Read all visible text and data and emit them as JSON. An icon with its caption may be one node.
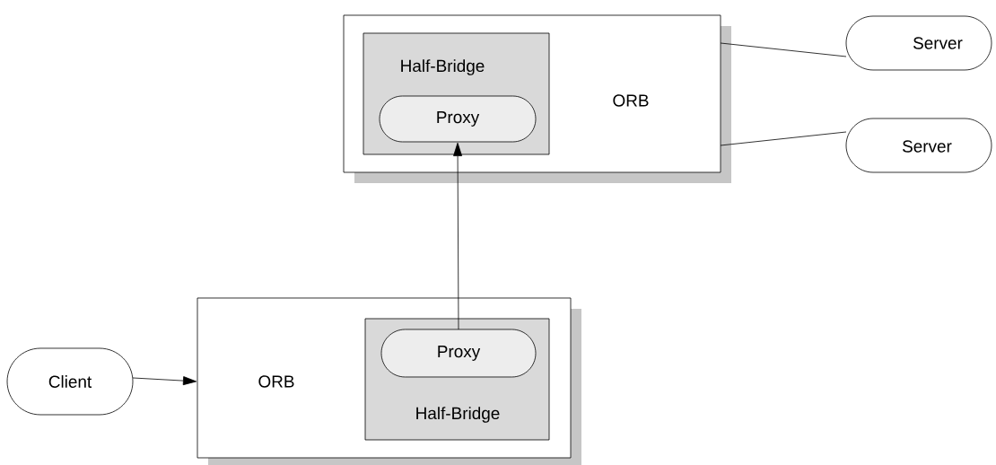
{
  "diagram": {
    "nodes": [
      {
        "text": [
          "ORB"
        ]
      },
      {
        "text": [
          "Half-Bridge"
        ],
        "in": 0
      },
      {
        "text": [
          "Proxy"
        ],
        "in": 1
      },
      {
        "text": [
          "Server"
        ]
      },
      {
        "text": [
          "Server"
        ]
      },
      {
        "text": [
          "ORB"
        ]
      },
      {
        "text": [
          "Half-Bridge"
        ],
        "in": 5
      },
      {
        "text": [
          "Proxy"
        ],
        "in": 6
      },
      {
        "text": [
          "Client"
        ]
      }
    ],
    "edges": [
      {
        "from": 0,
        "to": 3,
        "arrow": "none"
      },
      {
        "from": 0,
        "to": 4,
        "arrow": "none"
      },
      {
        "from": 7,
        "to": 2,
        "arrow": "to"
      },
      {
        "from": 8,
        "to": 5,
        "arrow": "to"
      }
    ]
  }
}
